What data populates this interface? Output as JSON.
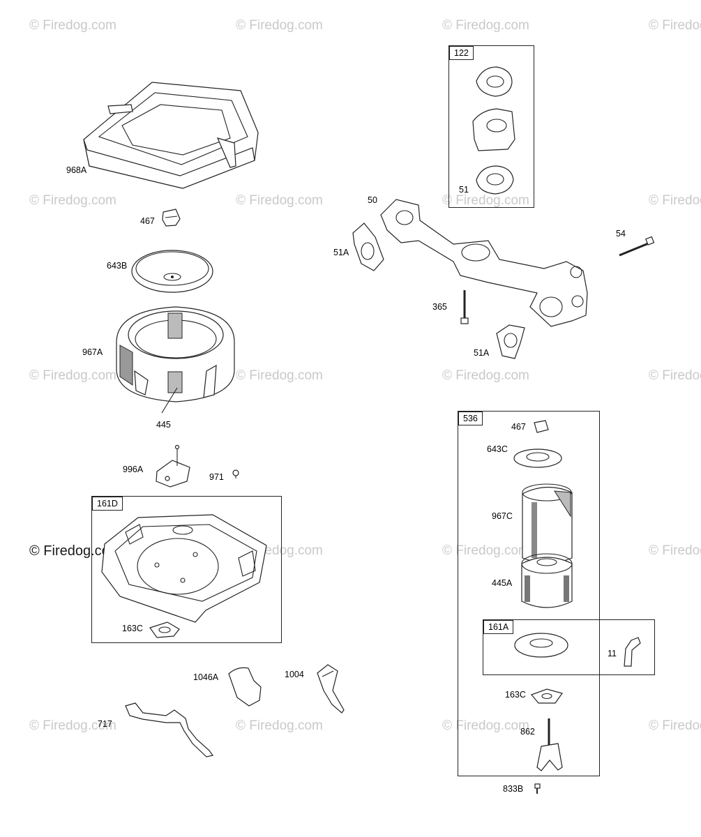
{
  "watermark": {
    "text": "© Firedog.com",
    "featured_text": "© Firedog.com"
  },
  "groups": {
    "g122": "122",
    "g161d": "161D",
    "g536": "536",
    "g161a": "161A"
  },
  "labels": {
    "p968A": "968A",
    "p467": "467",
    "p643B": "643B",
    "p967A": "967A",
    "p445": "445",
    "p996A": "996A",
    "p971": "971",
    "p163C_left": "163C",
    "p1046A": "1046A",
    "p1004": "1004",
    "p717": "717",
    "p50": "50",
    "p51": "51",
    "p51A_left": "51A",
    "p54": "54",
    "p365": "365",
    "p51A_right": "51A",
    "p467_right": "467",
    "p643C": "643C",
    "p967C": "967C",
    "p445A": "445A",
    "p11": "11",
    "p163C_right": "163C",
    "p862": "862",
    "p833B": "833B"
  },
  "colors": {
    "line": "#222222",
    "watermark": "#c9c9c9",
    "background": "#ffffff"
  }
}
